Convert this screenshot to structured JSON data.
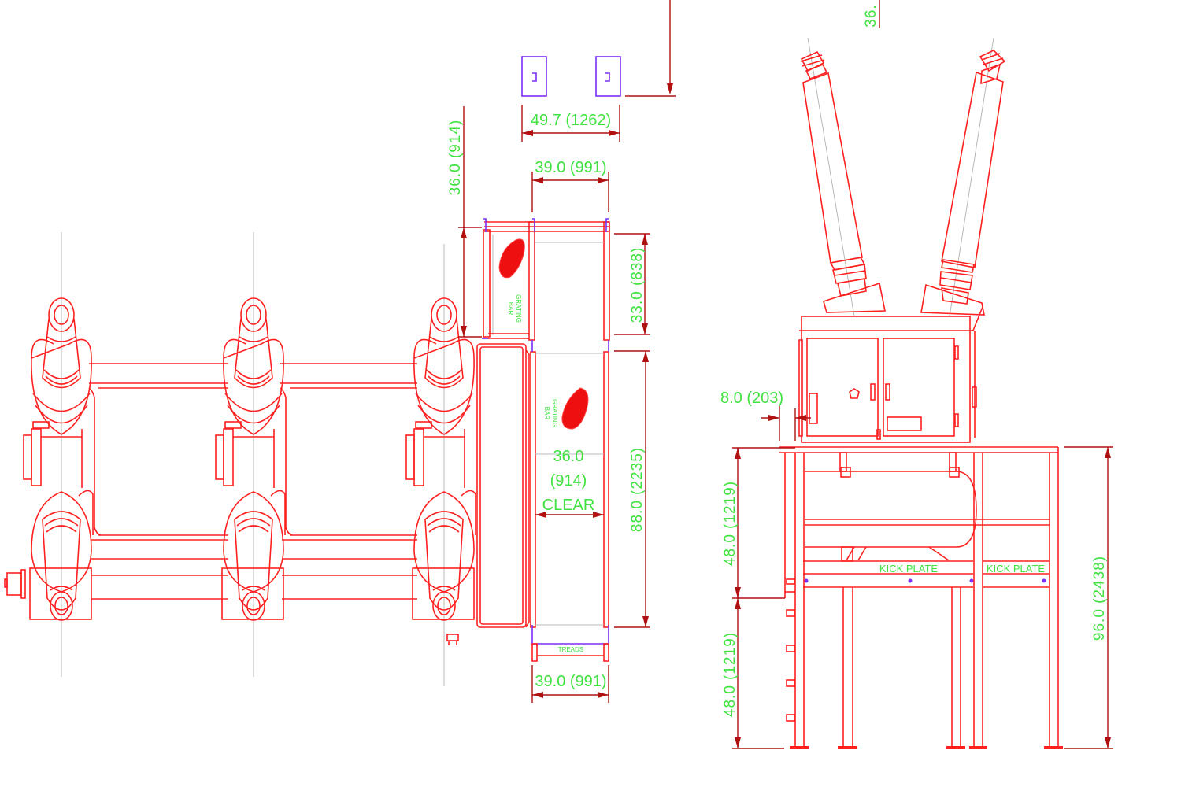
{
  "drawing": {
    "title": "Switchgear platform – plan and elevation",
    "colors": {
      "geometry": "#ff2020",
      "dimension_line": "#b01010",
      "dimension_text": "#3fe23f",
      "centerline": "#b8b8b8",
      "anchor": "#7b2ff7"
    },
    "plan_view": {
      "dimensions": {
        "anchor_spacing": "49.7 (1262)",
        "top_width": "39.0 (991)",
        "upper_height": "36.0 (914)",
        "grating_depth": "33.0 (838)",
        "walkway_length": "88.0 (2235)",
        "bottom_width": "39.0 (991)"
      },
      "clear_width": {
        "line1": "36.0",
        "line2": "(914)",
        "line3": "CLEAR"
      },
      "grating_labels": [
        {
          "line1": "BAR",
          "line2": "GRATING"
        },
        {
          "line1": "BAR",
          "line2": "GRATING"
        }
      ],
      "stair_label": "TREADS"
    },
    "elevation_view": {
      "dimensions": {
        "top_partial": "36.",
        "offset": "8.0 (203)",
        "platform_height": "48.0 (1219)",
        "lower_height": "48.0 (1219)",
        "total_height": "96.0 (2438)"
      },
      "kick_plates": [
        "KICK PLATE",
        "KICK PLATE"
      ]
    }
  }
}
